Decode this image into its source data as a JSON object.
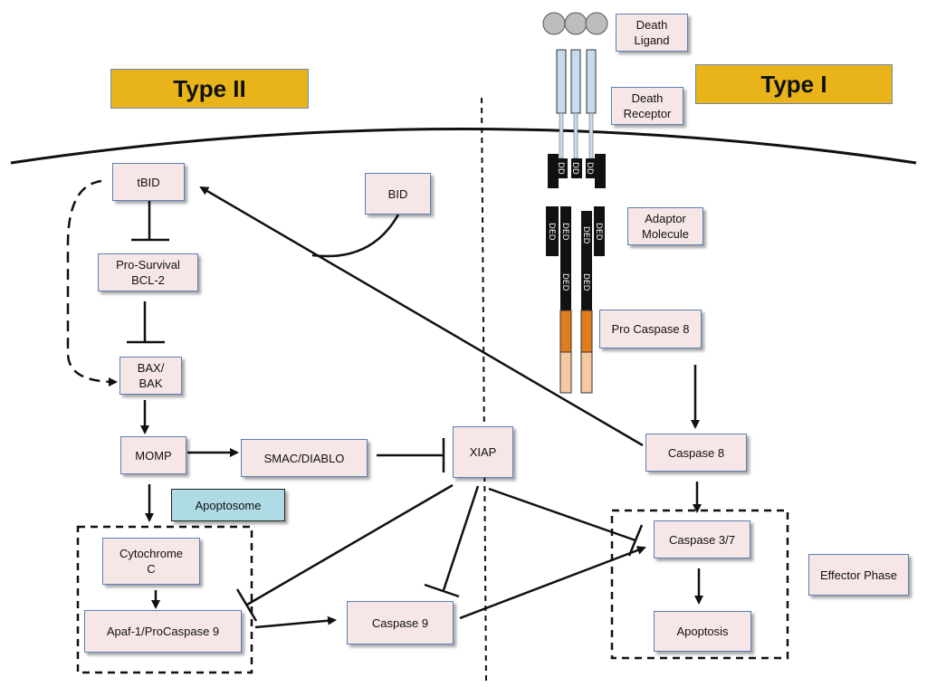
{
  "colors": {
    "node_fill": "#f7e6e6",
    "node_border": "#5b7fb8",
    "banner_fill": "#e8b41a",
    "apoptosome_fill": "#aedbe6",
    "receptor_fill": "#c6dbee",
    "ligand_fill": "#bdbdbd",
    "caspase_orange": "#e07b1f",
    "caspase_peach": "#f6c9a0"
  },
  "banners": {
    "type_ii": "Type II",
    "type_i": "Type I"
  },
  "nodes": {
    "tbid": "tBID",
    "bid": "BID",
    "pro_survival": "Pro-Survival\nBCL-2",
    "bax_bak": "BAX/\nBAK",
    "momp": "MOMP",
    "smac": "SMAC/DIABLO",
    "xiap": "XIAP",
    "apoptosome": "Apoptosome",
    "cytochrome": "Cytochrome\nC",
    "apaf": "Apaf-1/ProCaspase 9",
    "caspase9": "Caspase 9",
    "death_ligand": "Death\nLigand",
    "death_receptor": "Death\nReceptor",
    "adaptor": "Adaptor\nMolecule",
    "pro_caspase8": "Pro Caspase 8",
    "caspase8": "Caspase 8",
    "caspase37": "Caspase 3/7",
    "apoptosis": "Apoptosis",
    "effector": "Effector Phase"
  },
  "domain_labels": {
    "dd": "DD",
    "ded": "DED"
  }
}
